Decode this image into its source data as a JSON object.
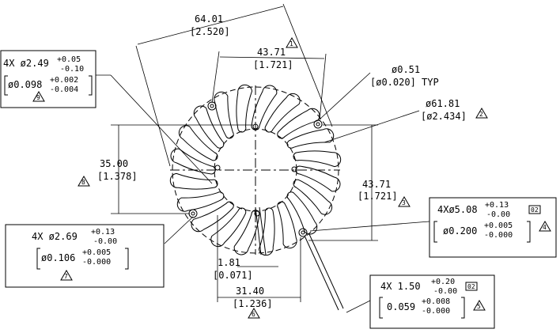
{
  "dimensions": {
    "d1": {
      "mm": "64.01",
      "in": "[2.520]",
      "tag": "1"
    },
    "d2": {
      "mm": "43.71",
      "in": "[1.721]"
    },
    "d3": {
      "mm": "ø0.51",
      "in": "[ø0.020] TYP"
    },
    "d4": {
      "mm": "ø61.81",
      "in": "[ø2.434]",
      "tag": "2"
    },
    "d5": {
      "mm": "35.00",
      "in": "[1.378]",
      "tag": "8"
    },
    "d6": {
      "mm": "43.71",
      "in": "[1.721]",
      "tag": "3"
    },
    "d7": {
      "mm": "1.81",
      "in": "[0.071]"
    },
    "d8": {
      "mm": "31.40",
      "in": "[1.236]",
      "tag": "6"
    }
  },
  "callouts": {
    "c9": {
      "line1": "4X  ø2.49",
      "tol_up": "+0.05",
      "tol_dn": "-0.10",
      "line2": "ø0.098",
      "tol2_up": "+0.002",
      "tol2_dn": "-0.004",
      "tag": "9"
    },
    "c7": {
      "line1": "4X  ø2.69",
      "tol_up": "+0.13",
      "tol_dn": "-0.00",
      "line2": "ø0.106",
      "tol2_up": "+0.005",
      "tol2_dn": "-0.000",
      "tag": "7"
    },
    "c4": {
      "line1": "4Xø5.08",
      "tol_up": "+0.13",
      "tol_dn": "-0.00",
      "line2": "ø0.200",
      "tol2_up": "+0.005",
      "tol2_dn": "-0.000",
      "tag": "4",
      "ref": "02"
    },
    "c5": {
      "line1": "4X  1.50",
      "tol_up": "+0.20",
      "tol_dn": "-0.00",
      "line2": "0.059",
      "tol2_up": "+0.008",
      "tol2_dn": "-0.000",
      "tag": "5",
      "ref": "02"
    }
  }
}
